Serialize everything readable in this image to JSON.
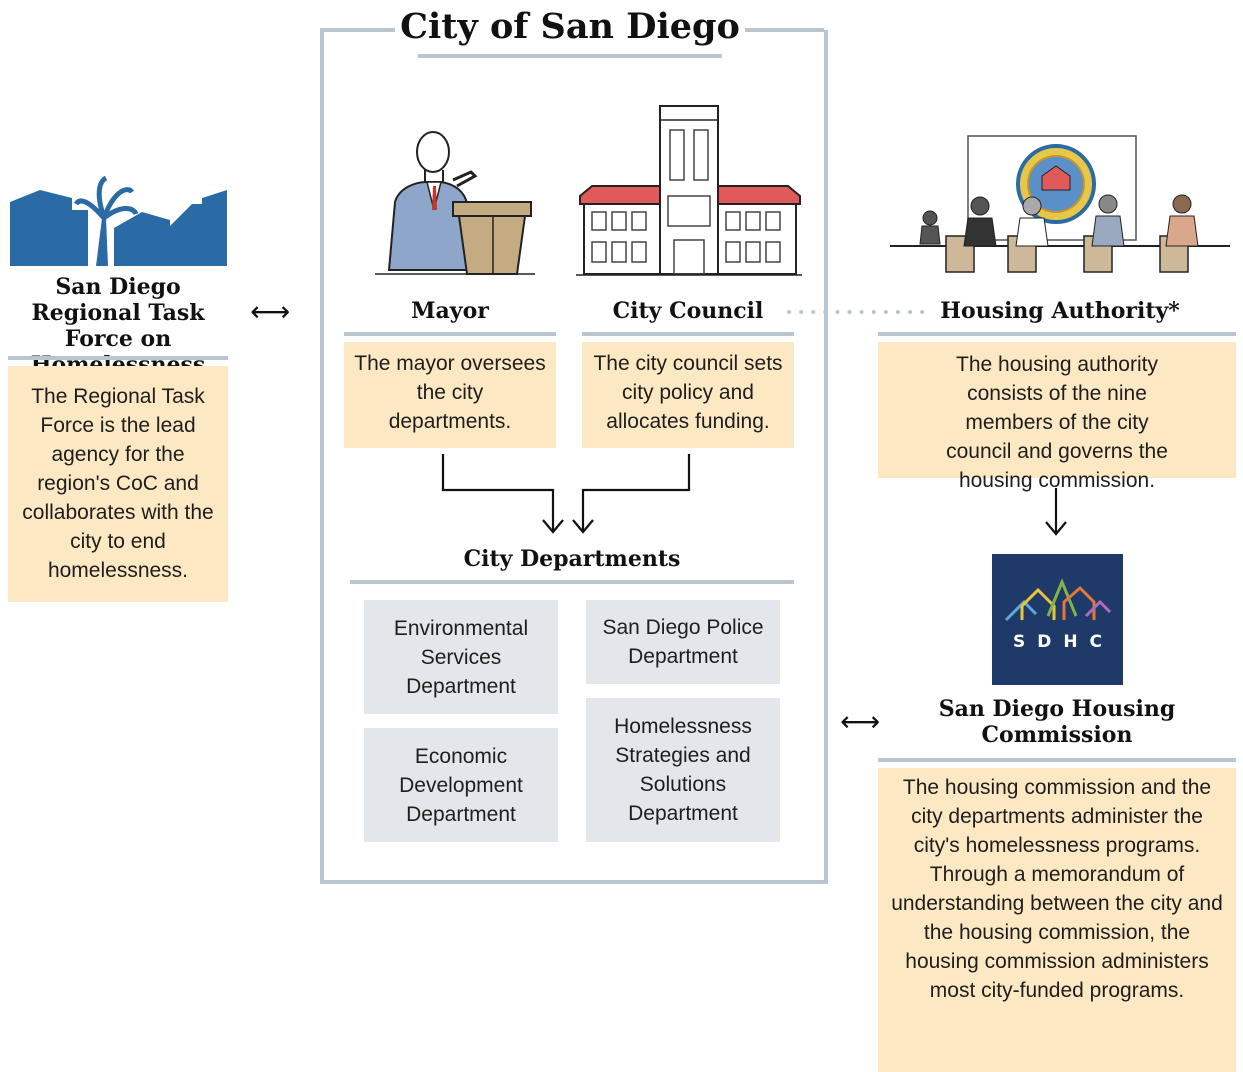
{
  "city": {
    "title": "City of San Diego",
    "mayor": {
      "label": "Mayor",
      "description": "The mayor oversees the city departments."
    },
    "council": {
      "label": "City Council",
      "description": "The city council sets city policy and allocates funding."
    },
    "departments": {
      "heading": "City Departments",
      "items": [
        "Environmental Services Department",
        "San Diego Police Department",
        "Economic Development Department",
        "Homelessness Strategies and Solutions Department"
      ]
    }
  },
  "task_force": {
    "name": "San Diego Regional Task Force on Homelessness",
    "description": "The Regional Task Force is the lead agency for the region's CoC and collaborates with the city to end homelessness."
  },
  "housing_authority": {
    "label": "Housing Authority*",
    "description": "The housing authority consists of the nine members of the city council and governs the housing commission."
  },
  "housing_commission": {
    "logo_text": "SDHC",
    "name": "San Diego Housing Commission",
    "description": "The housing commission and the city departments administer the city's homelessness programs. Through a memorandum of understanding between the city and the housing commission, the housing commission administers most city-funded programs."
  },
  "colors": {
    "frame": "#b9c6cf",
    "description_fill": "#fde8c4",
    "department_fill": "#e3e6ea",
    "task_force_blue": "#2a6aa5",
    "sdhc_navy": "#1f3a68"
  }
}
